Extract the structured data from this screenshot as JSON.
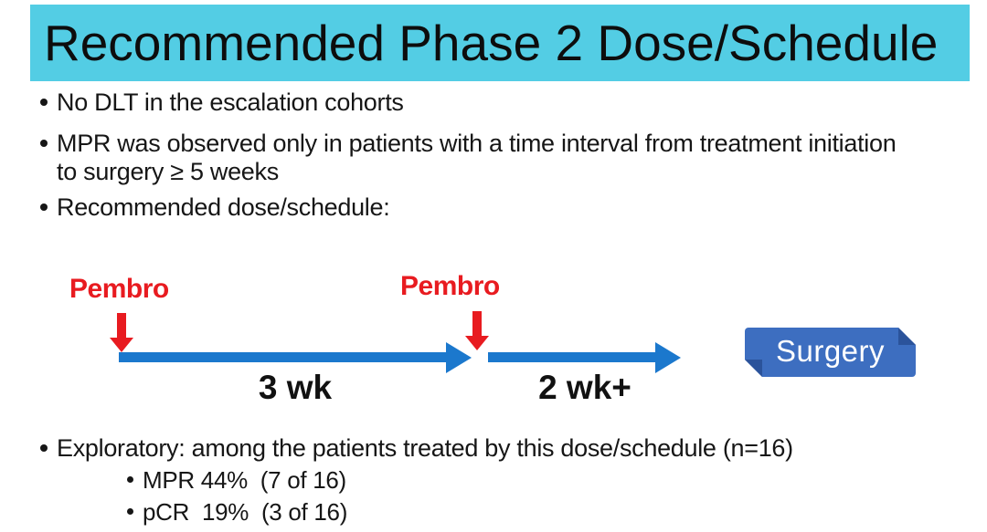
{
  "slide": {
    "title": "Recommended Phase 2 Dose/Schedule",
    "bullets": [
      "No DLT in the escalation cohorts",
      "MPR was observed only in patients with a time interval from treatment initiation to surgery ≥ 5 weeks",
      "Recommended dose/schedule:"
    ],
    "timeline": {
      "dose1_label": "Pembro",
      "dose2_label": "Pembro",
      "dose_marker_icon": "red-down-arrow",
      "segment_icon": "blue-right-arrow",
      "interval1": "3 wk",
      "interval2": "2 wk+",
      "endpoint": "Surgery"
    },
    "exploratory": {
      "heading": "Exploratory: among the patients treated by this dose/schedule (n=16)",
      "items": [
        "MPR 44%  (7 of 16)",
        "pCR  19%  (3 of 16)"
      ]
    },
    "colors": {
      "banner_cyan": "#53cde4",
      "arrow_blue": "#1b78cd",
      "pembro_red": "#e81b20",
      "surgery_fill": "#3d6ec0",
      "surgery_bevel": "#2b539b",
      "text_black": "#141414"
    }
  }
}
